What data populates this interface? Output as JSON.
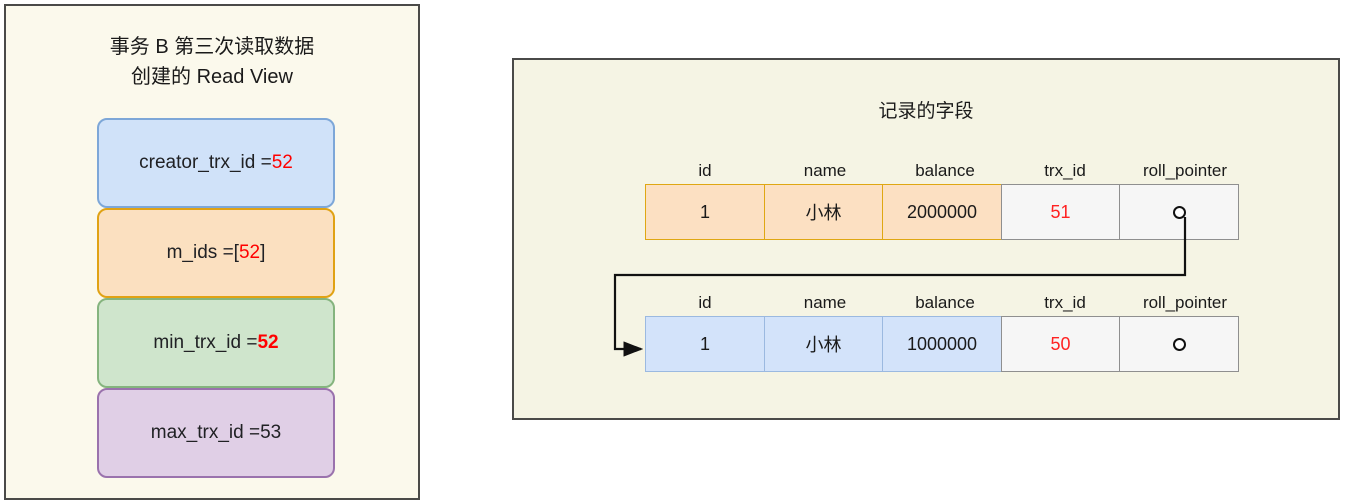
{
  "read_view_panel": {
    "title": "事务 B 第三次读取数据\n创建的 Read View",
    "fields": [
      {
        "name": "creator_trx_id",
        "label_prefix": "creator_trx_id = ",
        "value": "52",
        "bracket_open": "",
        "bracket_close": "",
        "fill": "#d0e2f9",
        "border": "#7da7d8",
        "value_style": "red"
      },
      {
        "name": "m_ids",
        "label_prefix": "m_ids = ",
        "value": "52",
        "bracket_open": "[",
        "bracket_close": "]",
        "fill": "#fbe0c0",
        "border": "#e0a214",
        "value_style": "red"
      },
      {
        "name": "min_trx_id",
        "label_prefix": "min_trx_id = ",
        "value": "52",
        "bracket_open": "",
        "bracket_close": "",
        "fill": "#cfe5cc",
        "border": "#85b47e",
        "value_style": "red-bold"
      },
      {
        "name": "max_trx_id",
        "label_prefix": "max_trx_id = ",
        "value": "53",
        "bracket_open": "",
        "bracket_close": "",
        "fill": "#e0cfe6",
        "border": "#9a72ad",
        "value_style": "plain"
      }
    ]
  },
  "record_panel": {
    "title": "记录的字段",
    "columns": [
      "id",
      "name",
      "balance",
      "trx_id",
      "roll_pointer"
    ],
    "rows": [
      {
        "name": "current-version-row",
        "id": "1",
        "person_name": "小林",
        "balance": "2000000",
        "trx_id": "51",
        "roll_pointer_icon": "pointer-circle-icon",
        "fill": "#fce0c2",
        "border": "#dfa713"
      },
      {
        "name": "undo-version-row",
        "id": "1",
        "person_name": "小林",
        "balance": "1000000",
        "trx_id": "50",
        "roll_pointer_icon": "pointer-circle-icon",
        "fill": "#d3e3fa",
        "border": "#9bb9e0"
      }
    ]
  },
  "colors": {
    "page_background": "#ffffff",
    "left_panel_background": "#fbf9ec",
    "right_panel_background": "#f5f4e4",
    "panel_border": "#4a4a48",
    "highlight_red": "#ff0000",
    "meta_cell_background": "#f6f6f6",
    "meta_cell_border": "#8f8f8f",
    "connector_stroke": "#111111"
  }
}
